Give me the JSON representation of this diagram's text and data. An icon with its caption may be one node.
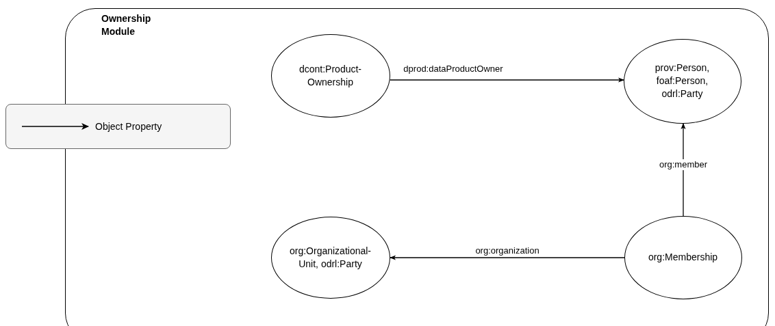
{
  "diagram": {
    "nodes": [
      {
        "text": [
          "Ownership Module"
        ]
      },
      {
        "text": [
          "dcont:Product- Ownership"
        ],
        "in": 0
      },
      {
        "text": [
          "prov:Person, foaf:Person, odrl:Party"
        ],
        "in": 0
      },
      {
        "text": [
          "org:Organizational- Unit, odrl:Party"
        ],
        "in": 0
      },
      {
        "text": [
          "org:Membership"
        ],
        "in": 0
      }
    ],
    "edges": [
      {
        "from": 1,
        "to": 2,
        "arrow": "to",
        "label": "dprod:dataProductOwner"
      },
      {
        "from": 4,
        "to": 2,
        "arrow": "to",
        "label": "org:member"
      },
      {
        "from": 4,
        "to": 3,
        "arrow": "to",
        "label": "org:organization"
      }
    ],
    "legend": [
      {
        "text": "Object Property"
      }
    ]
  }
}
